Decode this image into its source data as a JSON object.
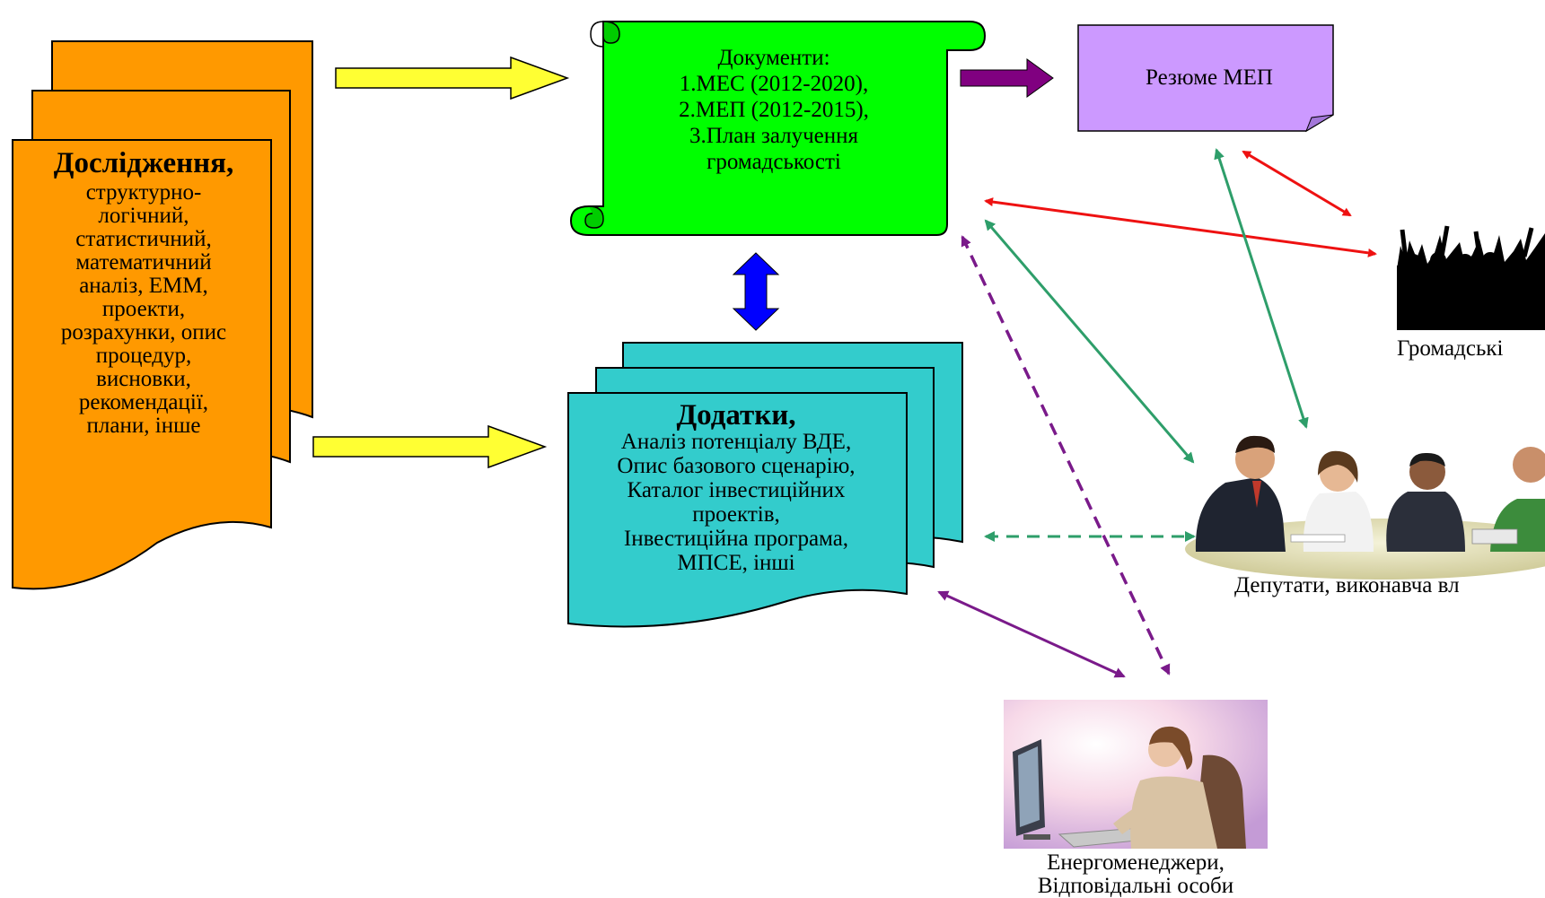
{
  "research": {
    "title": "Дослідження,",
    "lines": [
      "структурно-",
      "логічний,",
      "статистичний,",
      "математичний",
      "аналіз, ЕММ,",
      "проекти,",
      "розрахунки, опис",
      "процедур,",
      "висновки,",
      "рекомендації,",
      "плани, інше"
    ],
    "color": "#FF9900"
  },
  "documents": {
    "lines": [
      "Документи:",
      "1.МЕС (2012-2020),",
      "2.МЕП (2012-2015),",
      "3.План залучення",
      "громадськості"
    ],
    "color": "#00FF00"
  },
  "resume": {
    "label": "Резюме МЕП",
    "color": "#CC99FF"
  },
  "appendices": {
    "title": "Додатки,",
    "lines": [
      "Аналіз потенціалу ВДЕ,",
      "Опис базового сценарію,",
      "Каталог інвестиційних",
      "проектів,",
      "Інвестиційна програма,",
      "МПСЕ, інші"
    ],
    "color": "#33CCCC"
  },
  "public": {
    "label": "Громадські"
  },
  "deputies": {
    "label": "Депутати, виконавча вл"
  },
  "managers": {
    "lines": [
      "Енергоменеджери,",
      "Відповідальні особи"
    ]
  },
  "colors": {
    "yellow_arrow": "#FFFF33",
    "purple_arrow": "#800080",
    "blue_arrow": "#0000FF",
    "red": "#EE1111",
    "green": "#2E9E6A",
    "dashed_purple": "#7A1A8A",
    "dashed_green": "#2E9E6A"
  }
}
